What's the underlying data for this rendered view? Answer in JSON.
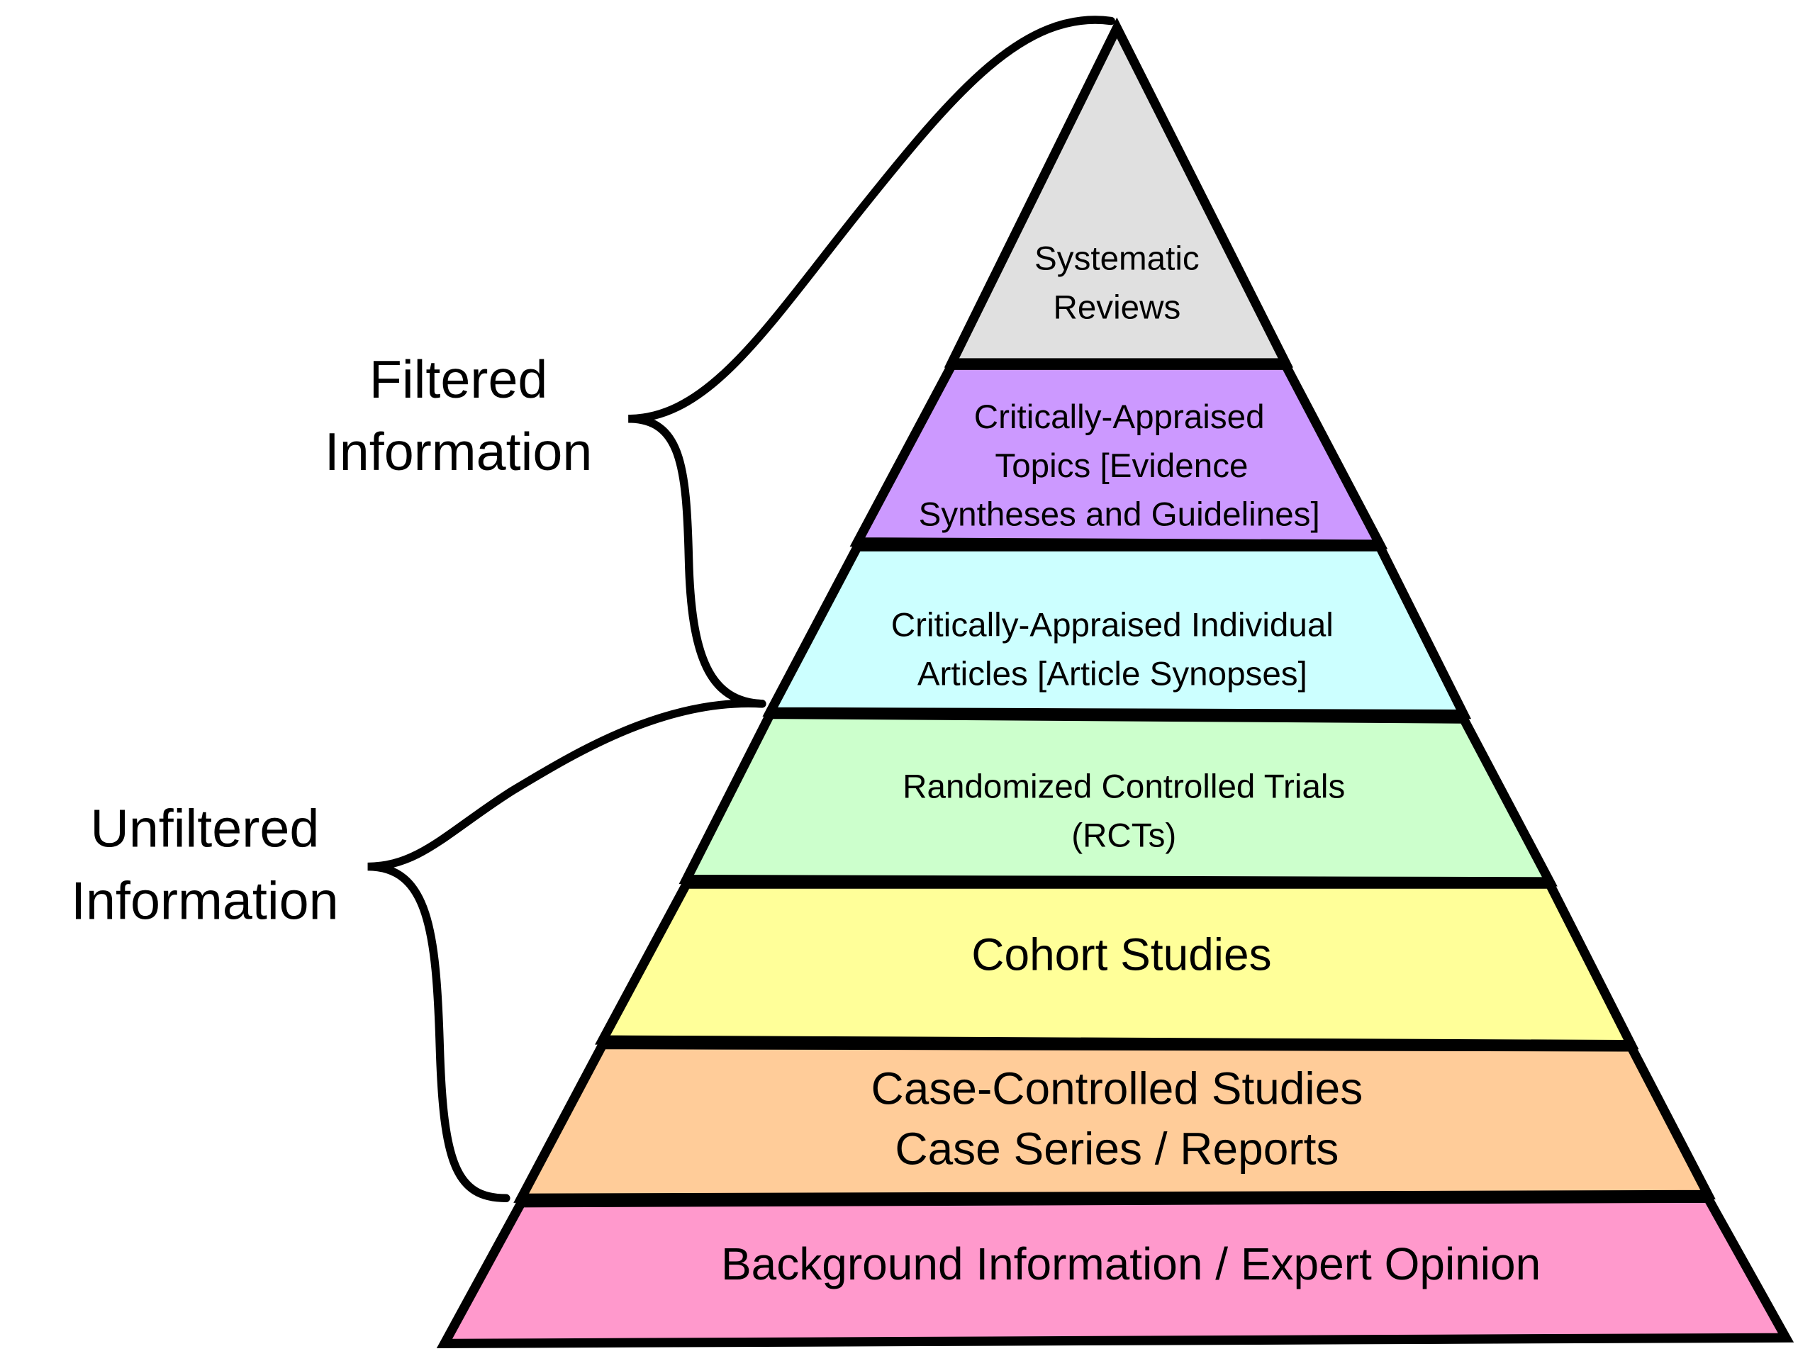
{
  "title": "Evidence pyramid",
  "levels": [
    {
      "lines": [
        "Systematic",
        "Reviews"
      ],
      "color": "#e0e0e0"
    },
    {
      "lines": [
        "Critically-Appraised",
        "Topics [Evidence",
        "Syntheses and Guidelines]"
      ],
      "color": "#cc99ff"
    },
    {
      "lines": [
        "Critically-Appraised Individual",
        "Articles [Article Synopses]"
      ],
      "color": "#ccffff"
    },
    {
      "lines": [
        "Randomized Controlled Trials",
        "(RCTs)"
      ],
      "color": "#ccffcc"
    },
    {
      "lines": [
        "Cohort Studies"
      ],
      "color": "#ffff99"
    },
    {
      "lines": [
        "Case-Controlled Studies",
        "Case Series / Reports"
      ],
      "color": "#ffcc99"
    },
    {
      "lines": [
        "Background Information / Expert Opinion"
      ],
      "color": "#ff99cc"
    }
  ],
  "groups": {
    "filtered": [
      "Filtered",
      "Information"
    ],
    "unfiltered": [
      "Unfiltered",
      "Information"
    ]
  }
}
